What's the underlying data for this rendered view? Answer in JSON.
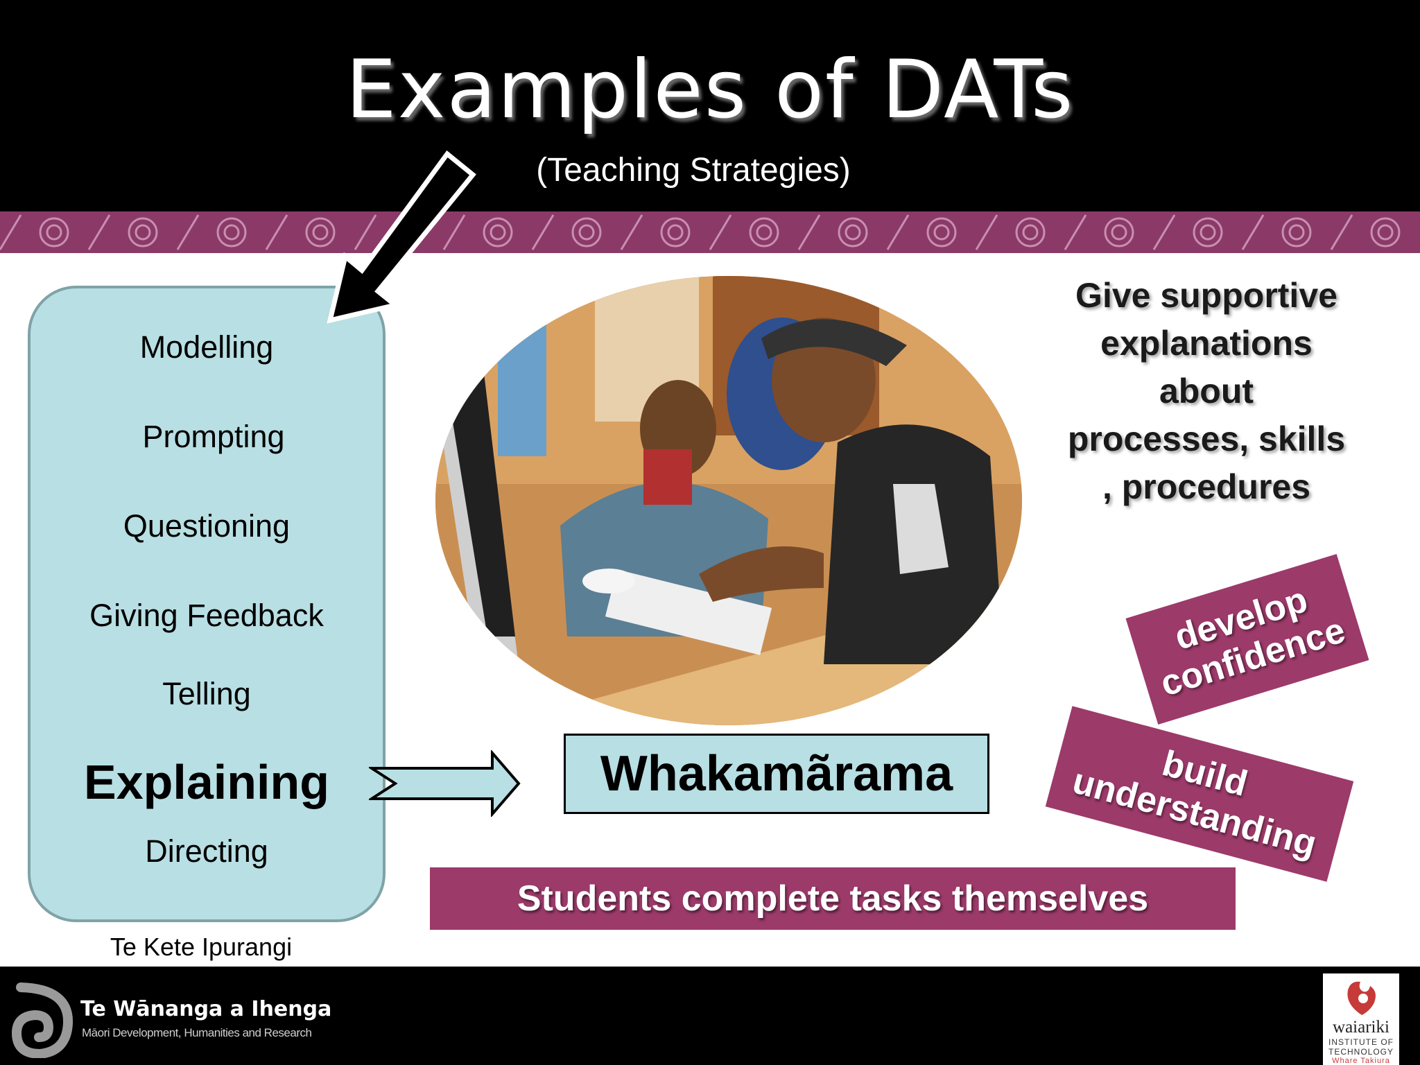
{
  "slide": {
    "title": "Examples of DATs",
    "subtitle": "(Teaching Strategies)"
  },
  "strategies": {
    "items": [
      "Modelling",
      "Prompting",
      "Questioning",
      "Giving Feedback",
      "Telling",
      "Explaining",
      "Directing"
    ],
    "highlighted": "Explaining",
    "source": "Te Kete Ipurangi"
  },
  "main": {
    "maori_term": "Whakamãrama",
    "description": "Give supportive explanations about processes, skills , procedures",
    "description_lines": [
      "Give supportive",
      "explanations",
      "about",
      "processes, skills",
      ", procedures"
    ],
    "tag_confidence_lines": [
      "develop",
      "confidence"
    ],
    "tag_understanding_lines": [
      "build",
      "understanding"
    ],
    "students_banner": "Students complete tasks themselves"
  },
  "footer": {
    "org_name": "Te Wānanga a Ihenga",
    "org_dept": "Māori Development, Humanities and Research",
    "partner_logo_text": "waiariki",
    "partner_logo_sub": [
      "INSTITUTE OF",
      "TECHNOLOGY",
      "Whare Takiura"
    ]
  },
  "colors": {
    "header_bg": "#000000",
    "band": "#8b3a68",
    "accent_magenta": "#9c3a6a",
    "box_teal": "#b8dfe3"
  }
}
